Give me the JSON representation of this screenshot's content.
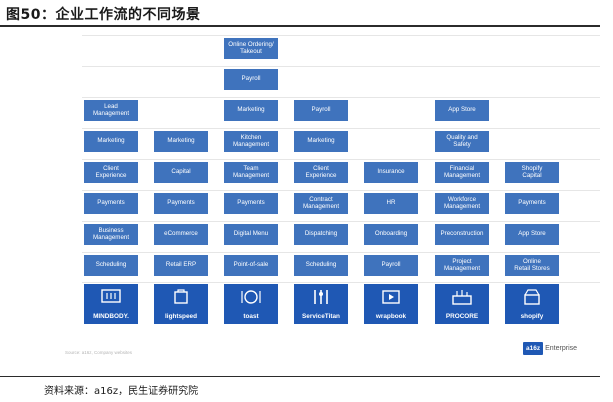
{
  "title": "图50：企业工作流的不同场景",
  "columns": [
    {
      "boxes": [
        "Lead\nManagement",
        "Marketing",
        "Client\nExperience",
        "Payments",
        "Business\nManagement",
        "Scheduling"
      ],
      "logo": {
        "name": "MINDBODY.",
        "icon": "mindbody-icon"
      }
    },
    {
      "boxes": [
        "Marketing",
        "Capital",
        "Payments",
        "eCommerce",
        "Retail ERP"
      ],
      "logo": {
        "name": "lightspeed",
        "icon": "lightspeed-icon"
      }
    },
    {
      "boxes": [
        "Online Ordering/\nTakeout",
        "Payroll",
        "Marketing",
        "Kitchen\nManagement",
        "Team\nManagement",
        "Payments",
        "Digital Menu",
        "Point-of-sale"
      ],
      "logo": {
        "name": "toast",
        "icon": "toast-icon"
      }
    },
    {
      "boxes": [
        "Payroll",
        "Marketing",
        "Client\nExperience",
        "Contract\nManagement",
        "Dispatching",
        "Scheduling"
      ],
      "logo": {
        "name": "ServiceTitan",
        "icon": "servicetitan-icon"
      }
    },
    {
      "boxes": [
        "Insurance",
        "HR",
        "Onboarding",
        "Payroll"
      ],
      "logo": {
        "name": "wrapbook",
        "icon": "wrapbook-icon"
      }
    },
    {
      "boxes": [
        "App Store",
        "Quality and\nSafety",
        "Financial\nManagement",
        "Workforce\nManagement",
        "Preconstruction",
        "Project\nManagement"
      ],
      "logo": {
        "name": "PROCORE",
        "icon": "procore-icon"
      }
    },
    {
      "boxes": [
        "Shopify\nCapital",
        "Payments",
        "App Store",
        "Online\nRetail Stores"
      ],
      "logo": {
        "name": "shopify",
        "icon": "shopify-icon"
      }
    }
  ],
  "footnote": "Source: a16z, Company websites",
  "brand": {
    "mark": "a16z",
    "text": "Enterprise"
  },
  "source": "资料来源：a16z，民生证券研究院",
  "colors": {
    "box": "#3f73bd",
    "logo_tile": "#1f58b4"
  }
}
